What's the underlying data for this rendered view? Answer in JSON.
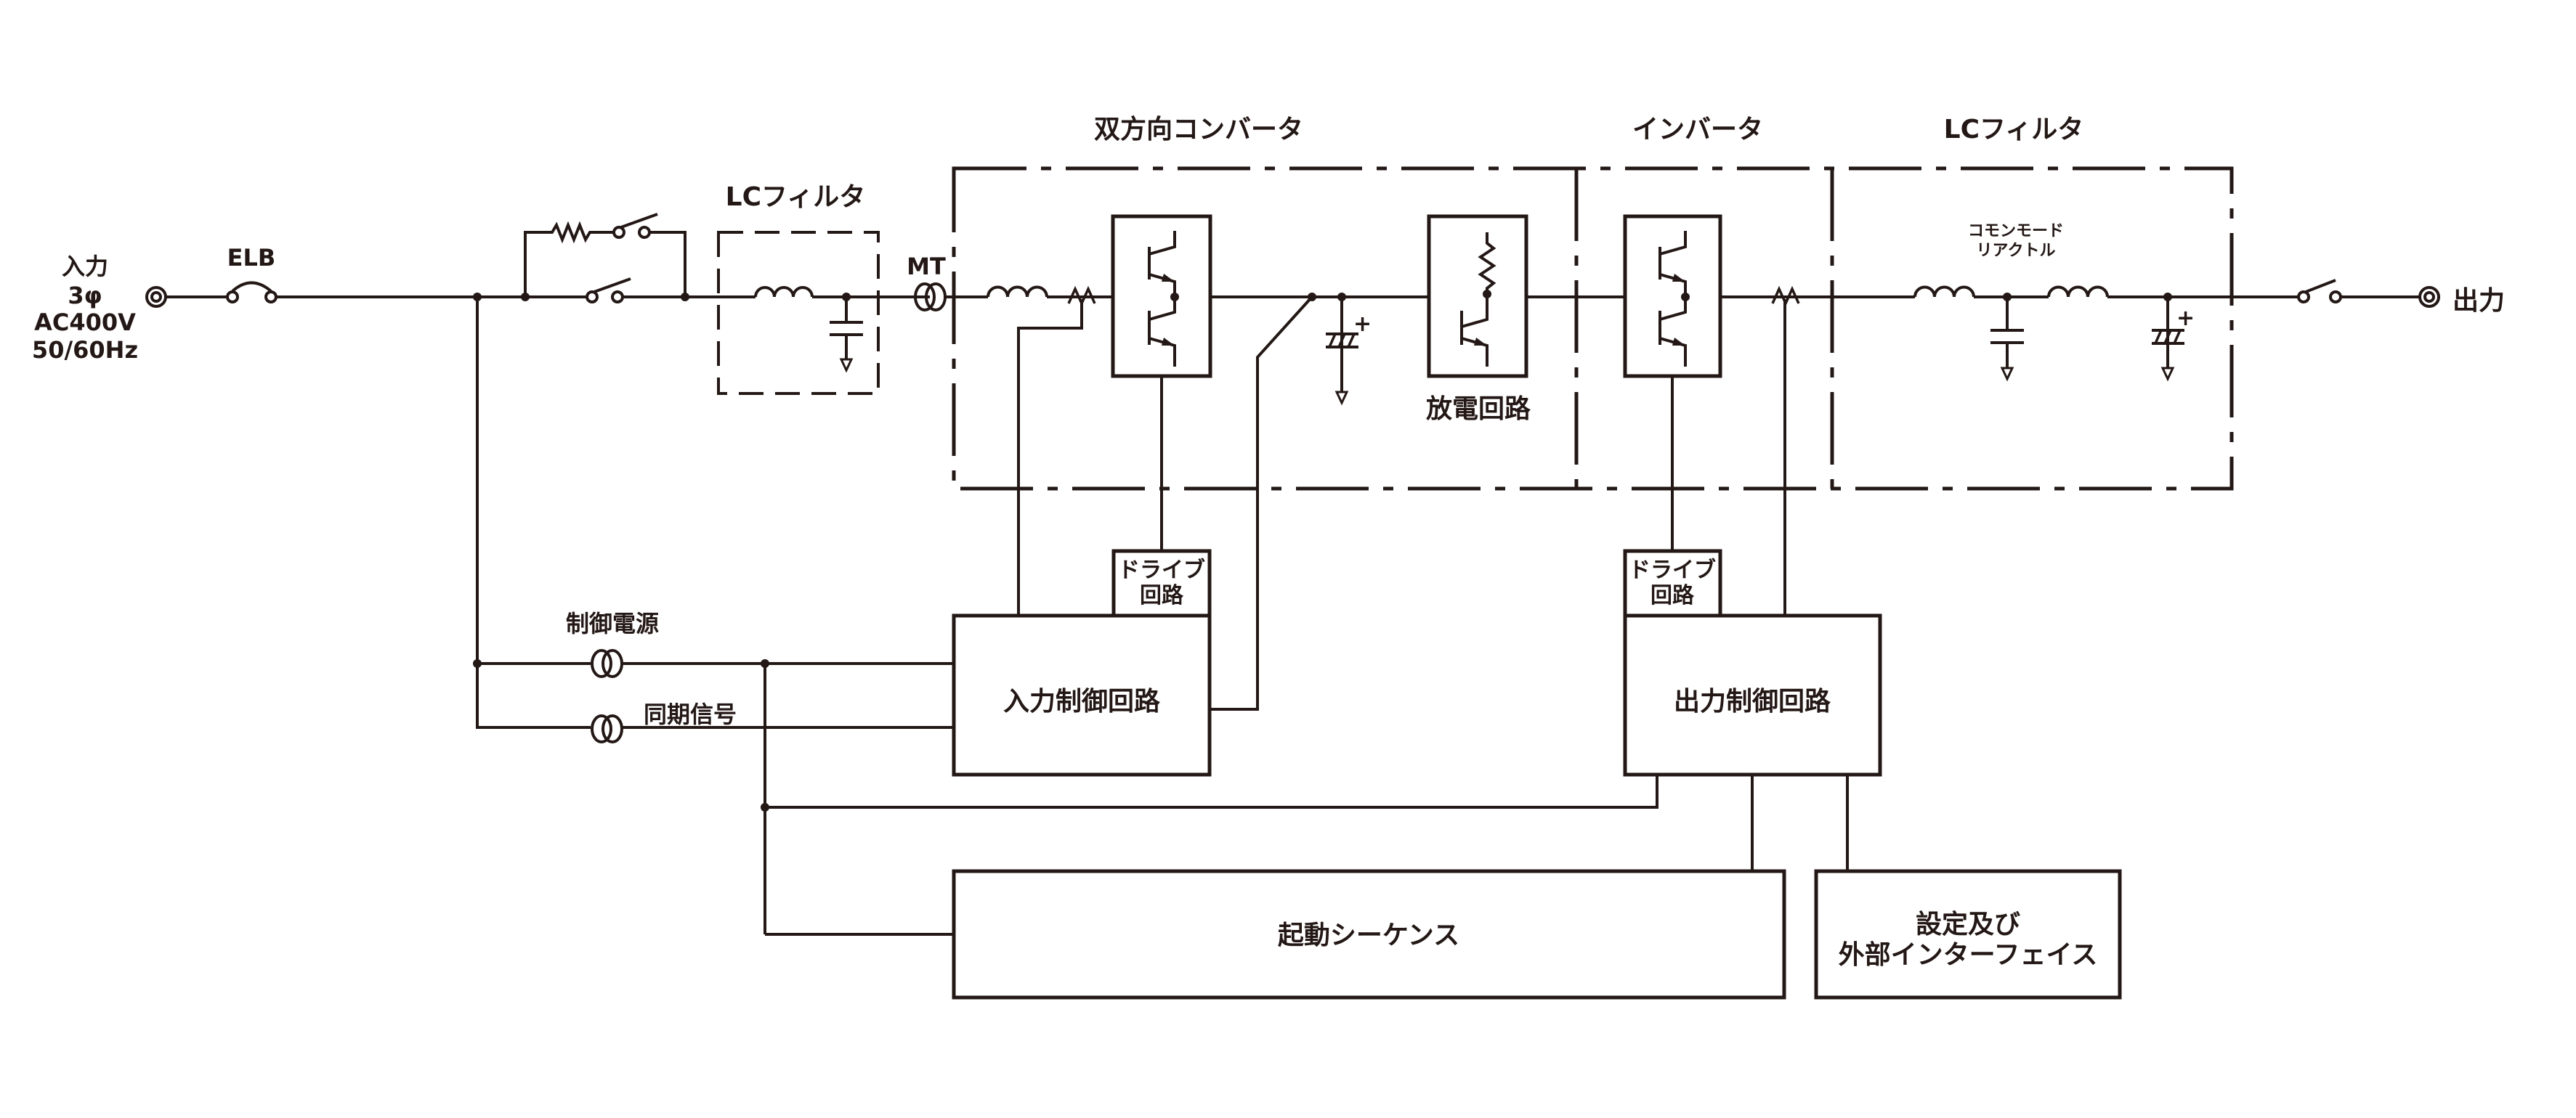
{
  "input": {
    "label_lines": [
      "入力",
      "3φ",
      "AC400V",
      "50/60Hz"
    ],
    "breaker_label": "ELB"
  },
  "input_filter": {
    "label": "LCフィルタ"
  },
  "transformer": {
    "label": "MT"
  },
  "sections": {
    "bidirectional_converter": "双方向コンバータ",
    "inverter": "インバータ",
    "output_filter": "LCフィルタ"
  },
  "discharge_circuit": {
    "label": "放電回路"
  },
  "common_mode_reactor": {
    "label_lines": [
      "コモンモード",
      "リアクトル"
    ]
  },
  "output": {
    "label": "出力"
  },
  "control_power": {
    "label": "制御電源"
  },
  "sync_signal": {
    "label": "同期信号"
  },
  "drive_circuit_in": {
    "label_lines": [
      "ドライブ",
      "回路"
    ]
  },
  "drive_circuit_out": {
    "label_lines": [
      "ドライブ",
      "回路"
    ]
  },
  "input_control": {
    "label": "入力制御回路"
  },
  "output_control": {
    "label": "出力制御回路"
  },
  "startup_sequence": {
    "label": "起動シーケンス"
  },
  "settings_interface": {
    "label_lines": [
      "設定及び",
      "外部インターフェイス"
    ]
  },
  "capacitor_polarity": "+"
}
